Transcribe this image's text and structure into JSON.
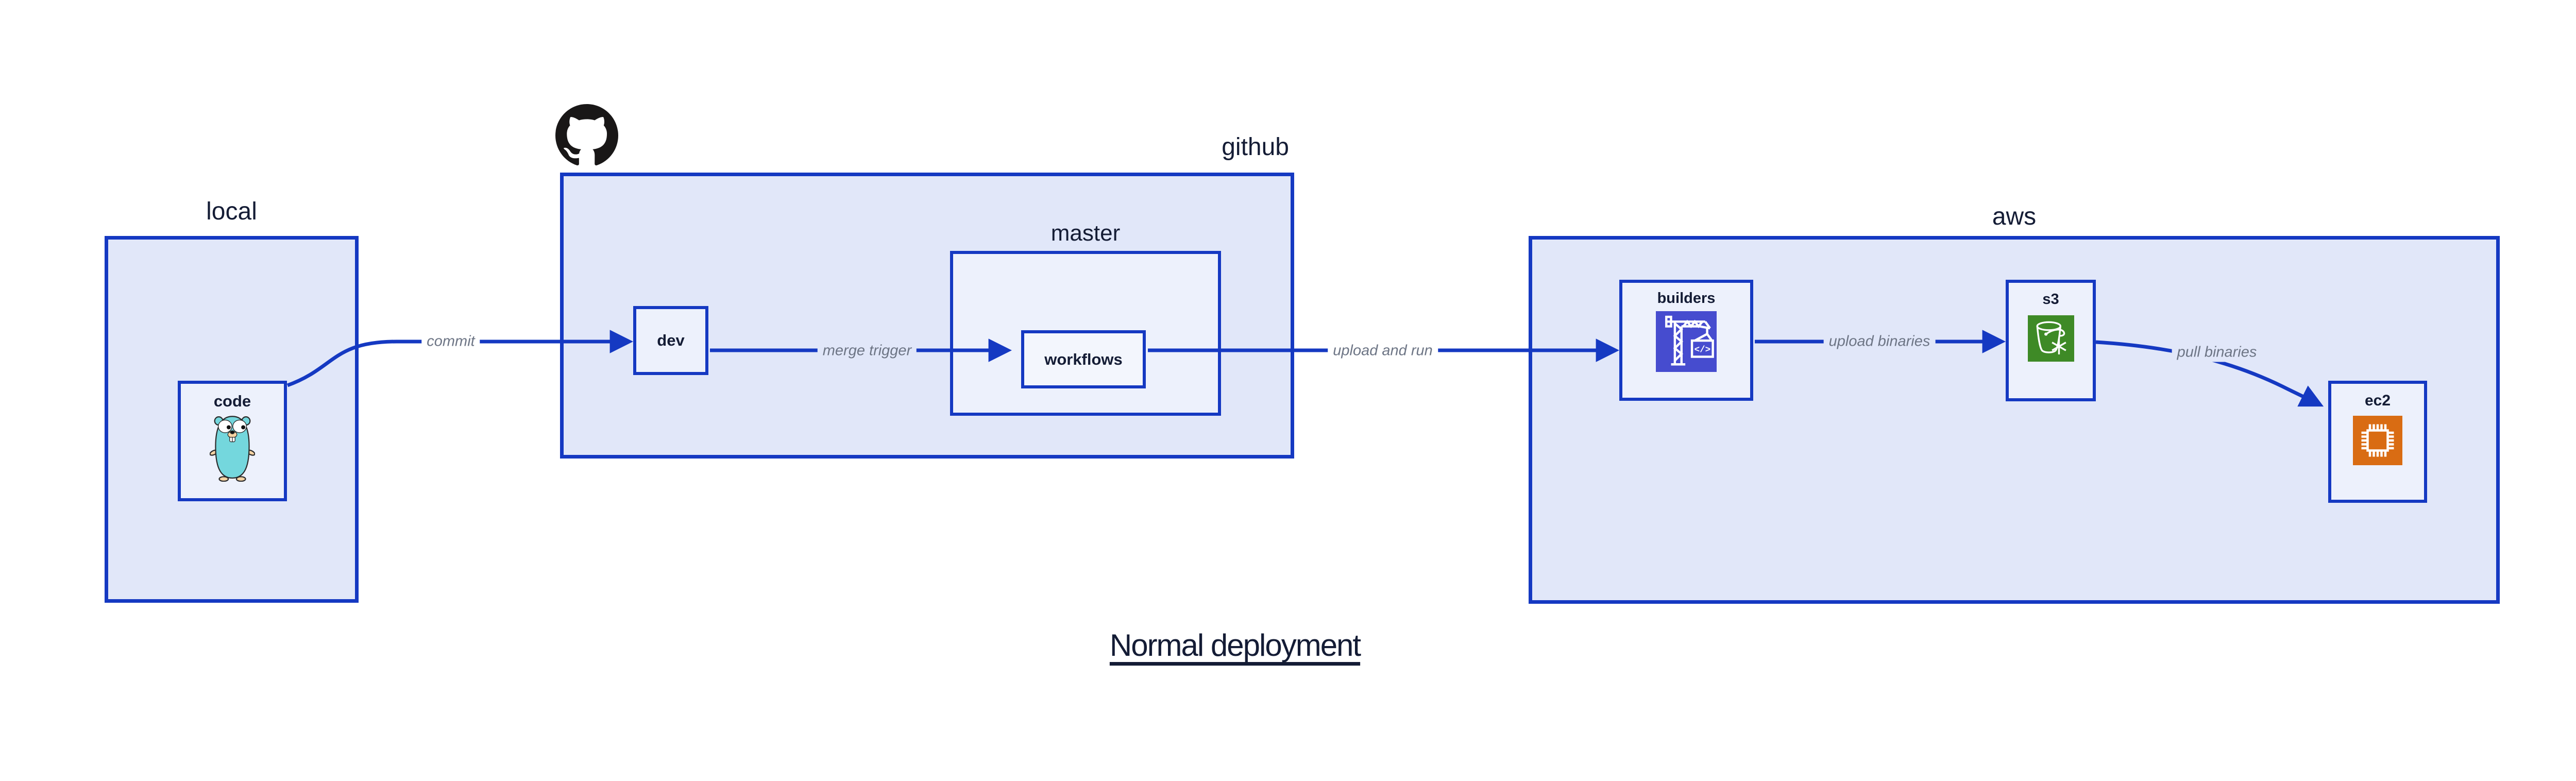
{
  "title": "Normal deployment",
  "local": {
    "label": "local",
    "code": "code"
  },
  "github": {
    "label": "github",
    "dev": "dev",
    "master": "master",
    "workflows": "workflows"
  },
  "aws": {
    "label": "aws",
    "builders": "builders",
    "s3": "s3",
    "ec2": "ec2"
  },
  "edges": {
    "commit": "commit",
    "merge_trigger": "merge trigger",
    "upload_and_run": "upload and run",
    "upload_binaries": "upload binaries",
    "pull_binaries": "pull binaries"
  },
  "icons": {
    "octocat": "github-octocat",
    "gopher": "go-gopher",
    "builders": "aws-codebuild",
    "s3": "aws-s3-glacier-bucket",
    "ec2": "aws-ec2-chip",
    "codebuild_glyph": "</>"
  },
  "colors": {
    "canvas_bg": "#ffffff",
    "box_border": "#1539c2",
    "outer_fill": "#e1e7f9",
    "inner_fill": "#edf1fc",
    "workflows_fill": "#f3f6fd",
    "label_text": "#141c35",
    "edge_label_text": "#6d7585",
    "codebuild_bg": "#464ccf",
    "glacier_bg": "#3e8a26",
    "ec2_bg": "#d96c13",
    "gopher_body": "#74d7dd",
    "gopher_skin": "#f5d3a3",
    "octocat": "#191717"
  }
}
